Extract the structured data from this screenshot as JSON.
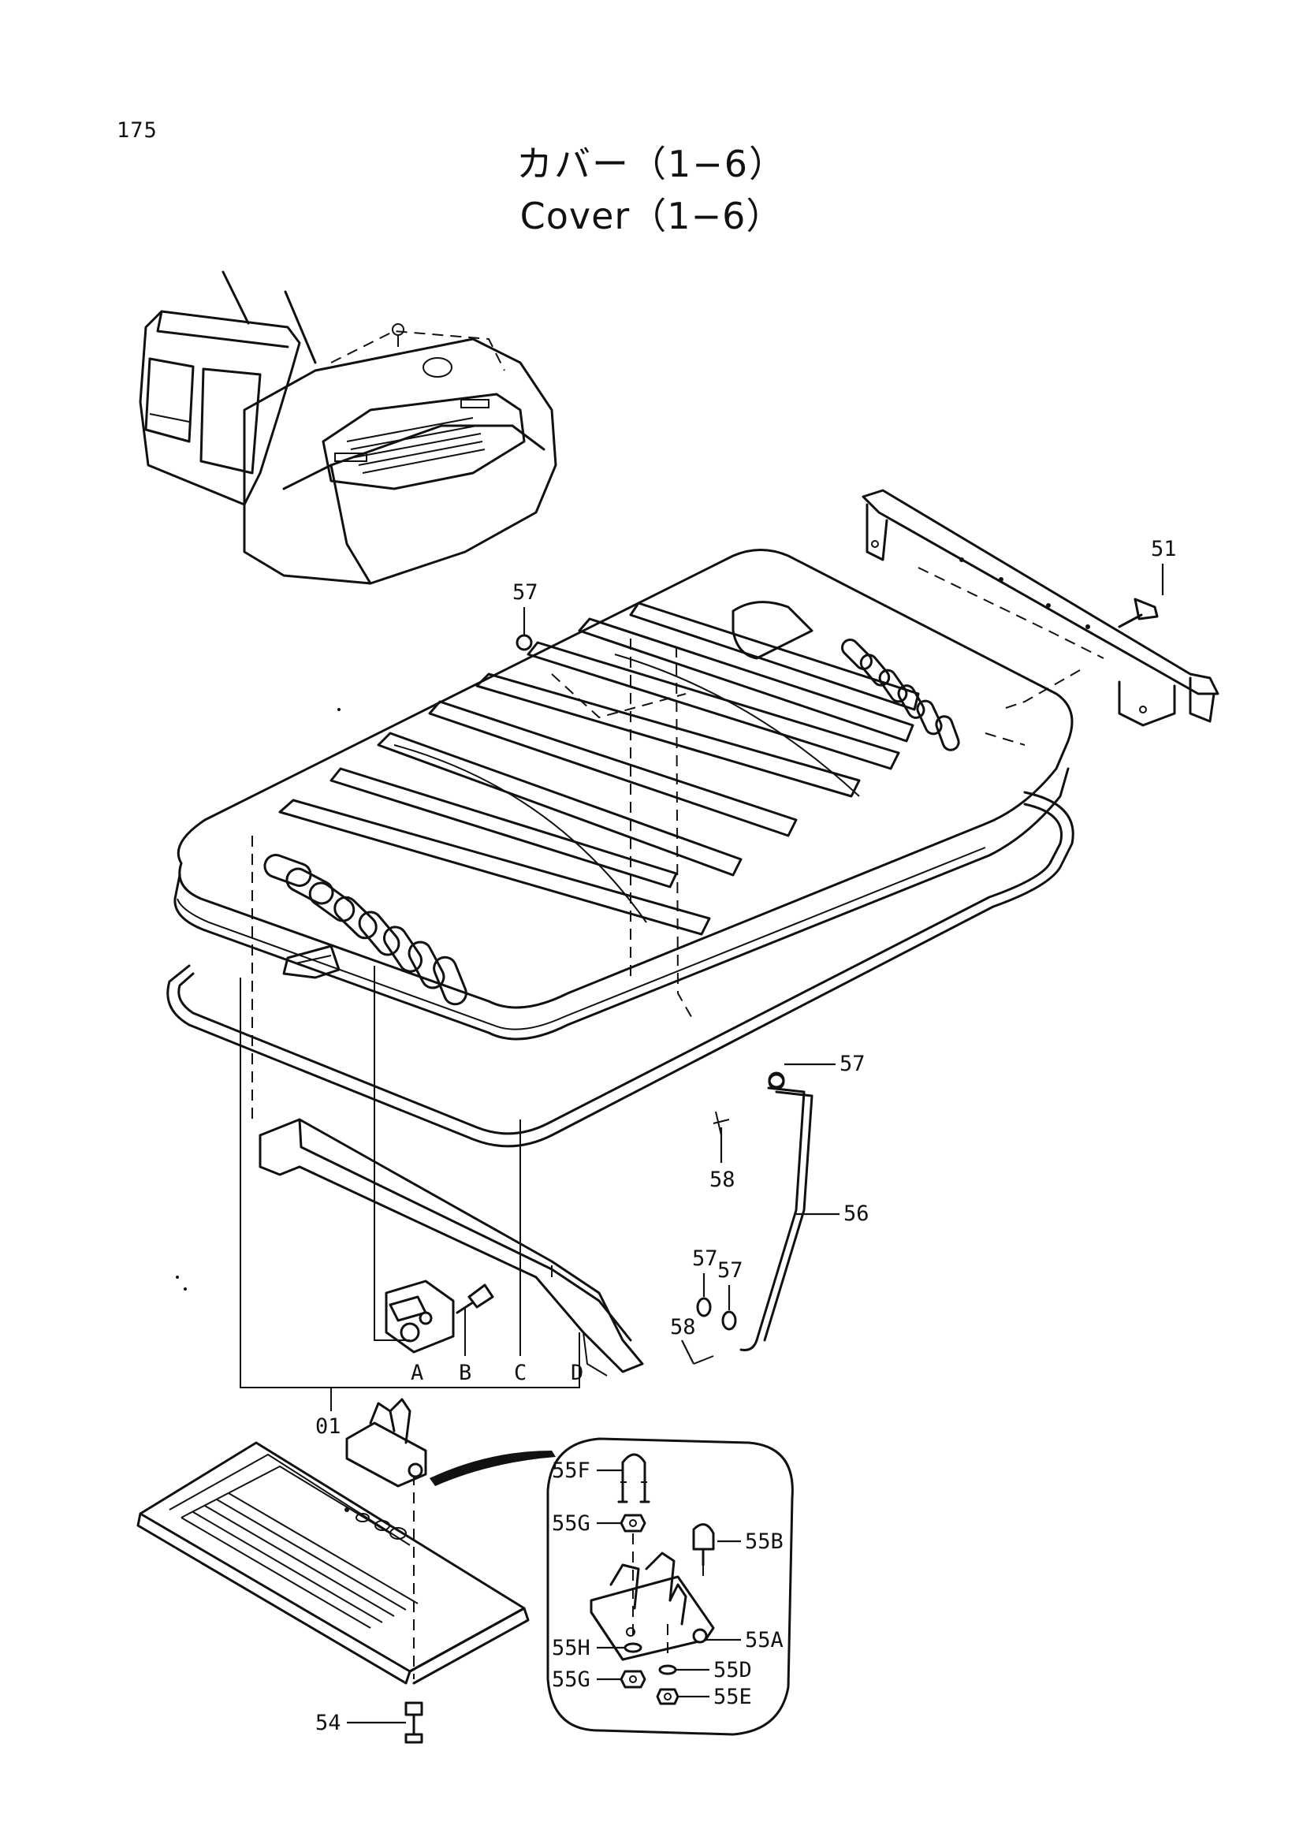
{
  "page_number": "175",
  "title": {
    "japanese": "カバー（1−6）",
    "english": "Cover（1−6）"
  },
  "callouts": {
    "c01": "01",
    "c51": "51",
    "c54": "54",
    "c55A": "55A",
    "c55B": "55B",
    "c55D": "55D",
    "c55E": "55E",
    "c55F": "55F",
    "c55G_top": "55G",
    "c55G_bottom": "55G",
    "c55H": "55H",
    "c56": "56",
    "c57_top": "57",
    "c57_right": "57",
    "c57_mid1": "57",
    "c57_mid2": "57",
    "c58_upper": "58",
    "c58_lower": "58",
    "refA": "A",
    "refB": "B",
    "refC": "C",
    "refD": "D"
  }
}
